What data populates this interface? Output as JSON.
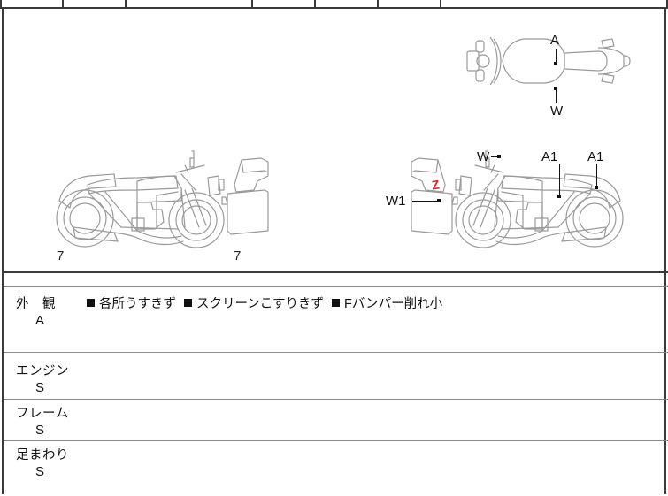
{
  "header_table": {
    "cells": [
      "",
      "",
      "",
      "",
      "",
      "",
      ""
    ]
  },
  "diagrams": {
    "top_view": {
      "name": "motorcycle-top-view",
      "labels": [
        {
          "text": "A",
          "role": "overall-length-marker"
        },
        {
          "text": "W",
          "role": "width-marker"
        }
      ]
    },
    "left_side_view": {
      "name": "motorcycle-left-side-view",
      "labels": [
        {
          "text": "7",
          "role": "wheel-mark-rear"
        },
        {
          "text": "7",
          "role": "wheel-mark-front"
        }
      ]
    },
    "right_side_view": {
      "name": "motorcycle-right-side-view",
      "labels": [
        {
          "text": "W1",
          "role": "pannier-mark"
        },
        {
          "text": "W",
          "role": "handlebar-mark"
        },
        {
          "text": "A1",
          "role": "frame-mark"
        },
        {
          "text": "A1",
          "role": "tail-mark"
        }
      ],
      "damage_marks": [
        {
          "text": "Z",
          "color": "#e02020",
          "role": "scratch-mark"
        }
      ]
    }
  },
  "condition_rows": [
    {
      "label": "外　観",
      "grade": "A",
      "notes": [
        "各所うすきず",
        "スクリーンこすりきず",
        "Fバンパー削れ小"
      ]
    },
    {
      "label": "エンジン",
      "grade": "S",
      "notes": []
    },
    {
      "label": "フレーム",
      "grade": "S",
      "notes": []
    },
    {
      "label": "足まわり",
      "grade": "S",
      "notes": []
    }
  ],
  "colors": {
    "border": "#3a3a3a",
    "rule": "#8c8c8c",
    "drawing_line": "#9a9a9a",
    "text": "#111111",
    "damage_red": "#e02020"
  }
}
